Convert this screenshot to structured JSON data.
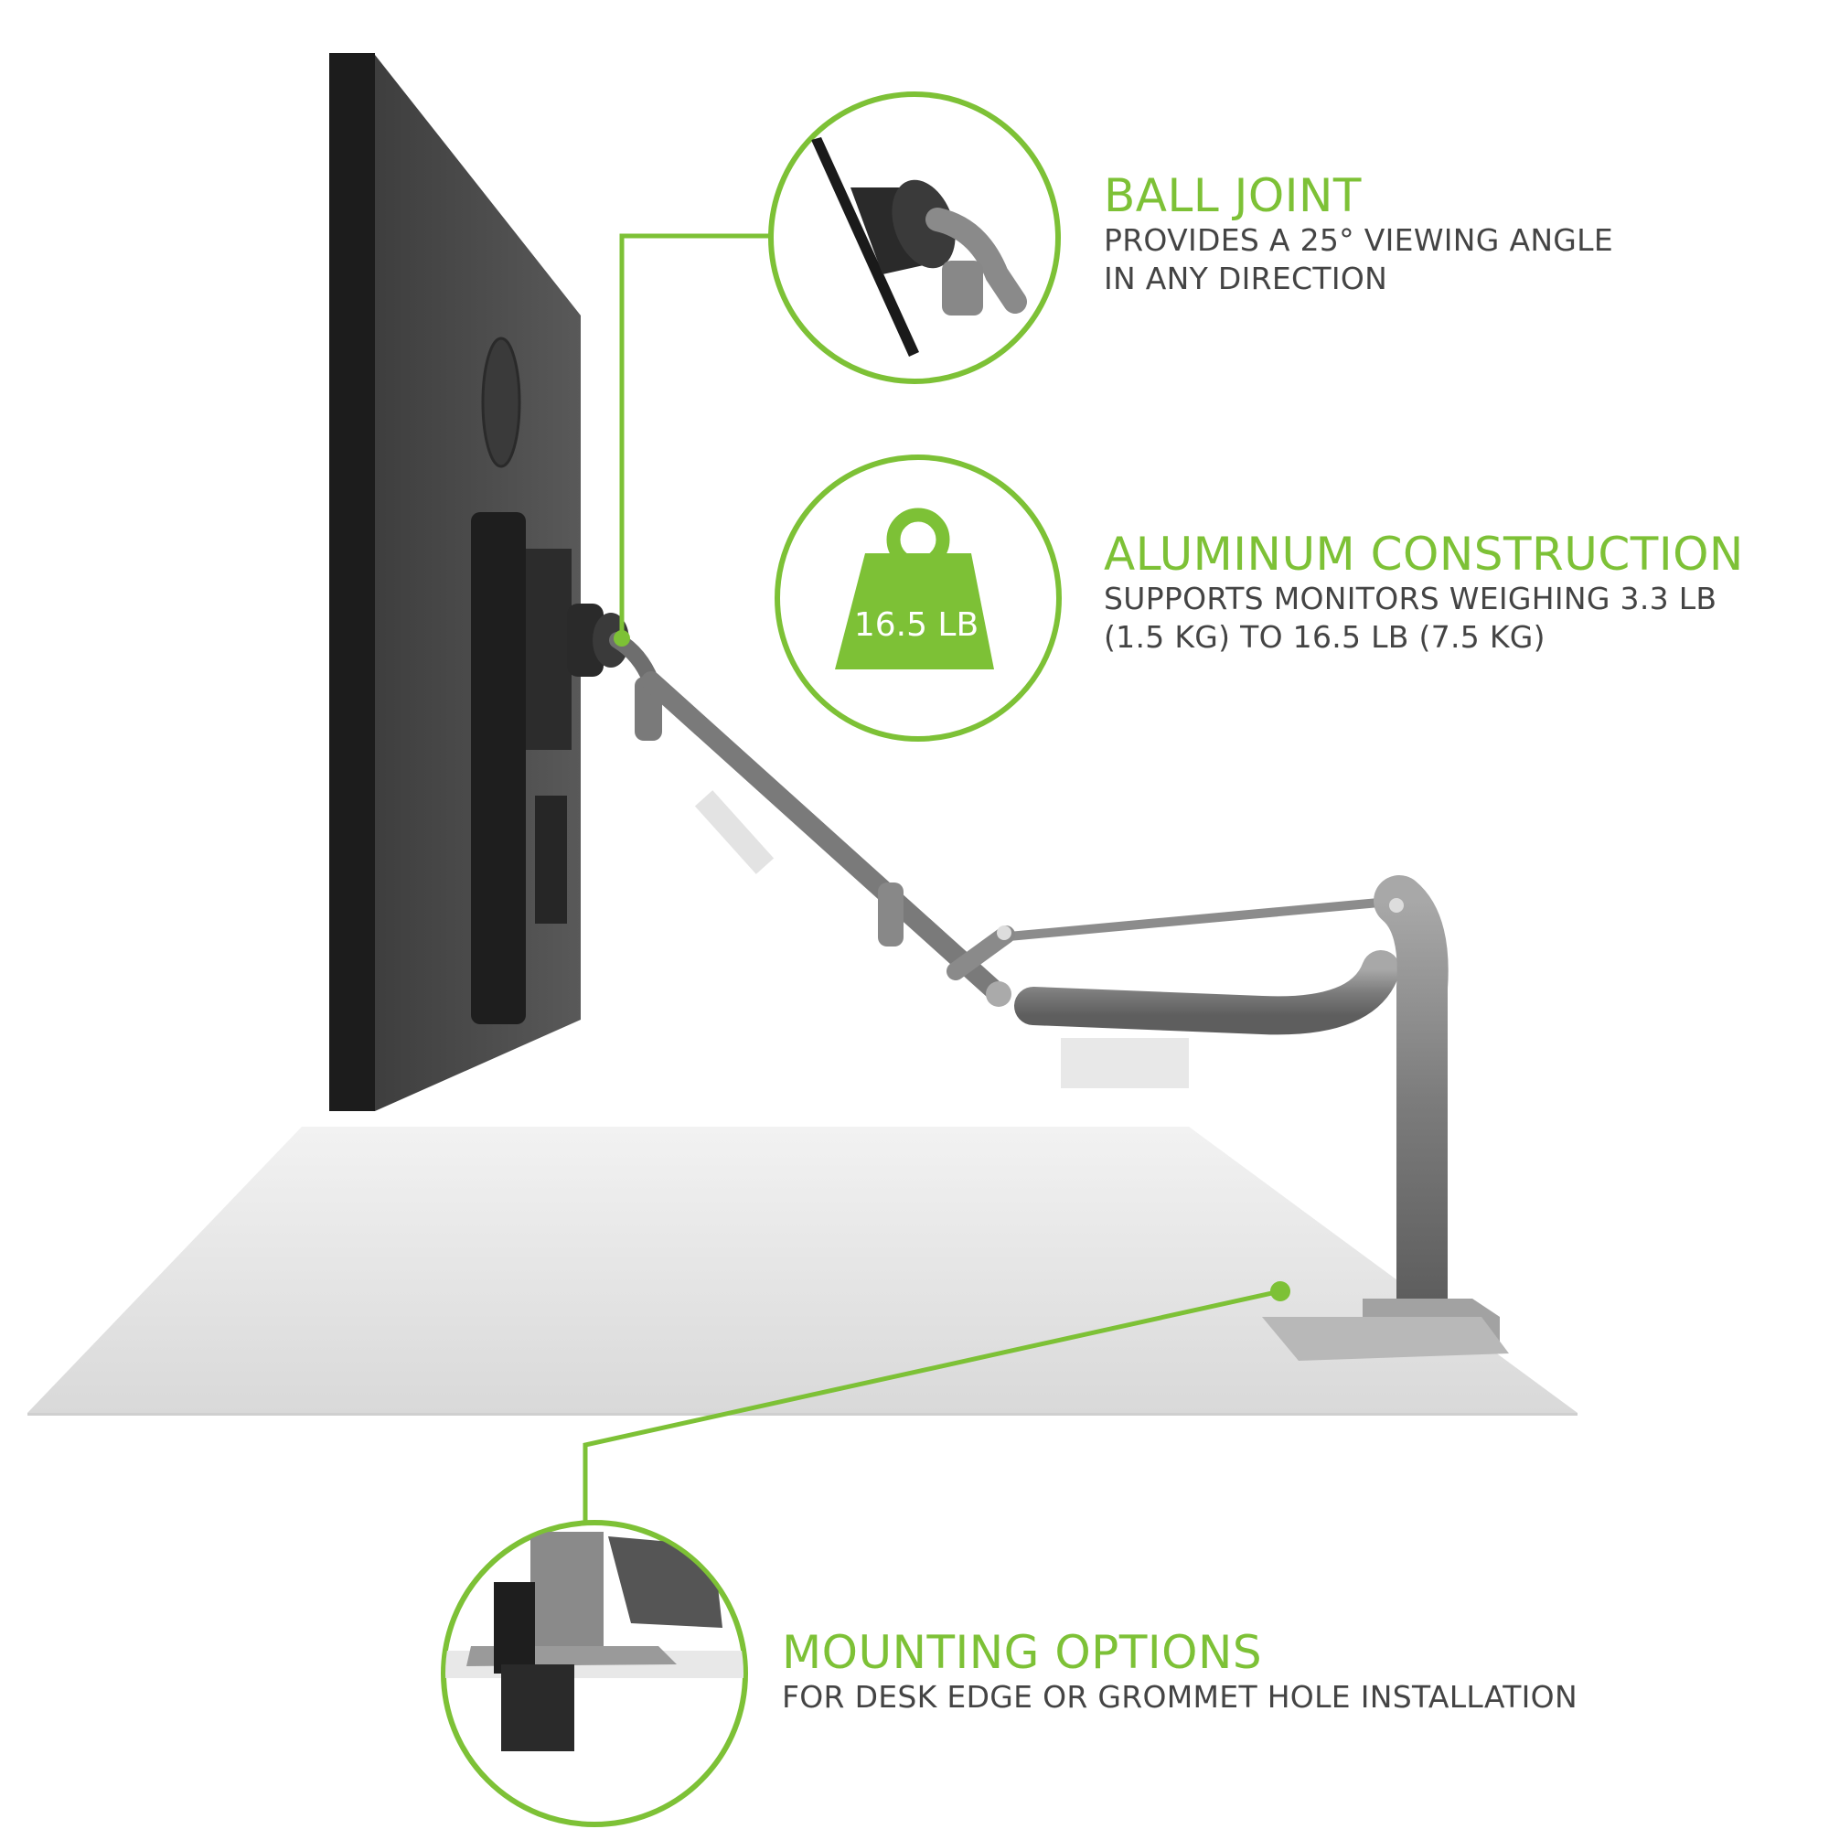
{
  "colors": {
    "accent_green": "#7dc136",
    "body_text": "#444444",
    "background": "#ffffff",
    "desk": "#e4e4e4",
    "monitor_back": "#4a4a4a",
    "arm_metal": "#8a8a8a"
  },
  "features": [
    {
      "id": "ball-joint",
      "title": "BALL JOINT",
      "description_lines": [
        "PROVIDES A 25° VIEWING ANGLE",
        "IN ANY DIRECTION"
      ],
      "icon": "ball-joint-closeup-icon"
    },
    {
      "id": "aluminum-construction",
      "title": "ALUMINUM CONSTRUCTION",
      "description_lines": [
        "SUPPORTS MONITORS WEIGHING 3.3 LB",
        "(1.5 KG) TO 16.5 LB (7.5 KG)"
      ],
      "icon": "weight-icon",
      "icon_label": "16.5 LB"
    },
    {
      "id": "mounting-options",
      "title": "MOUNTING OPTIONS",
      "description_lines": [
        "FOR DESK EDGE OR GROMMET HOLE INSTALLATION"
      ],
      "icon": "desk-clamp-closeup-icon"
    }
  ]
}
